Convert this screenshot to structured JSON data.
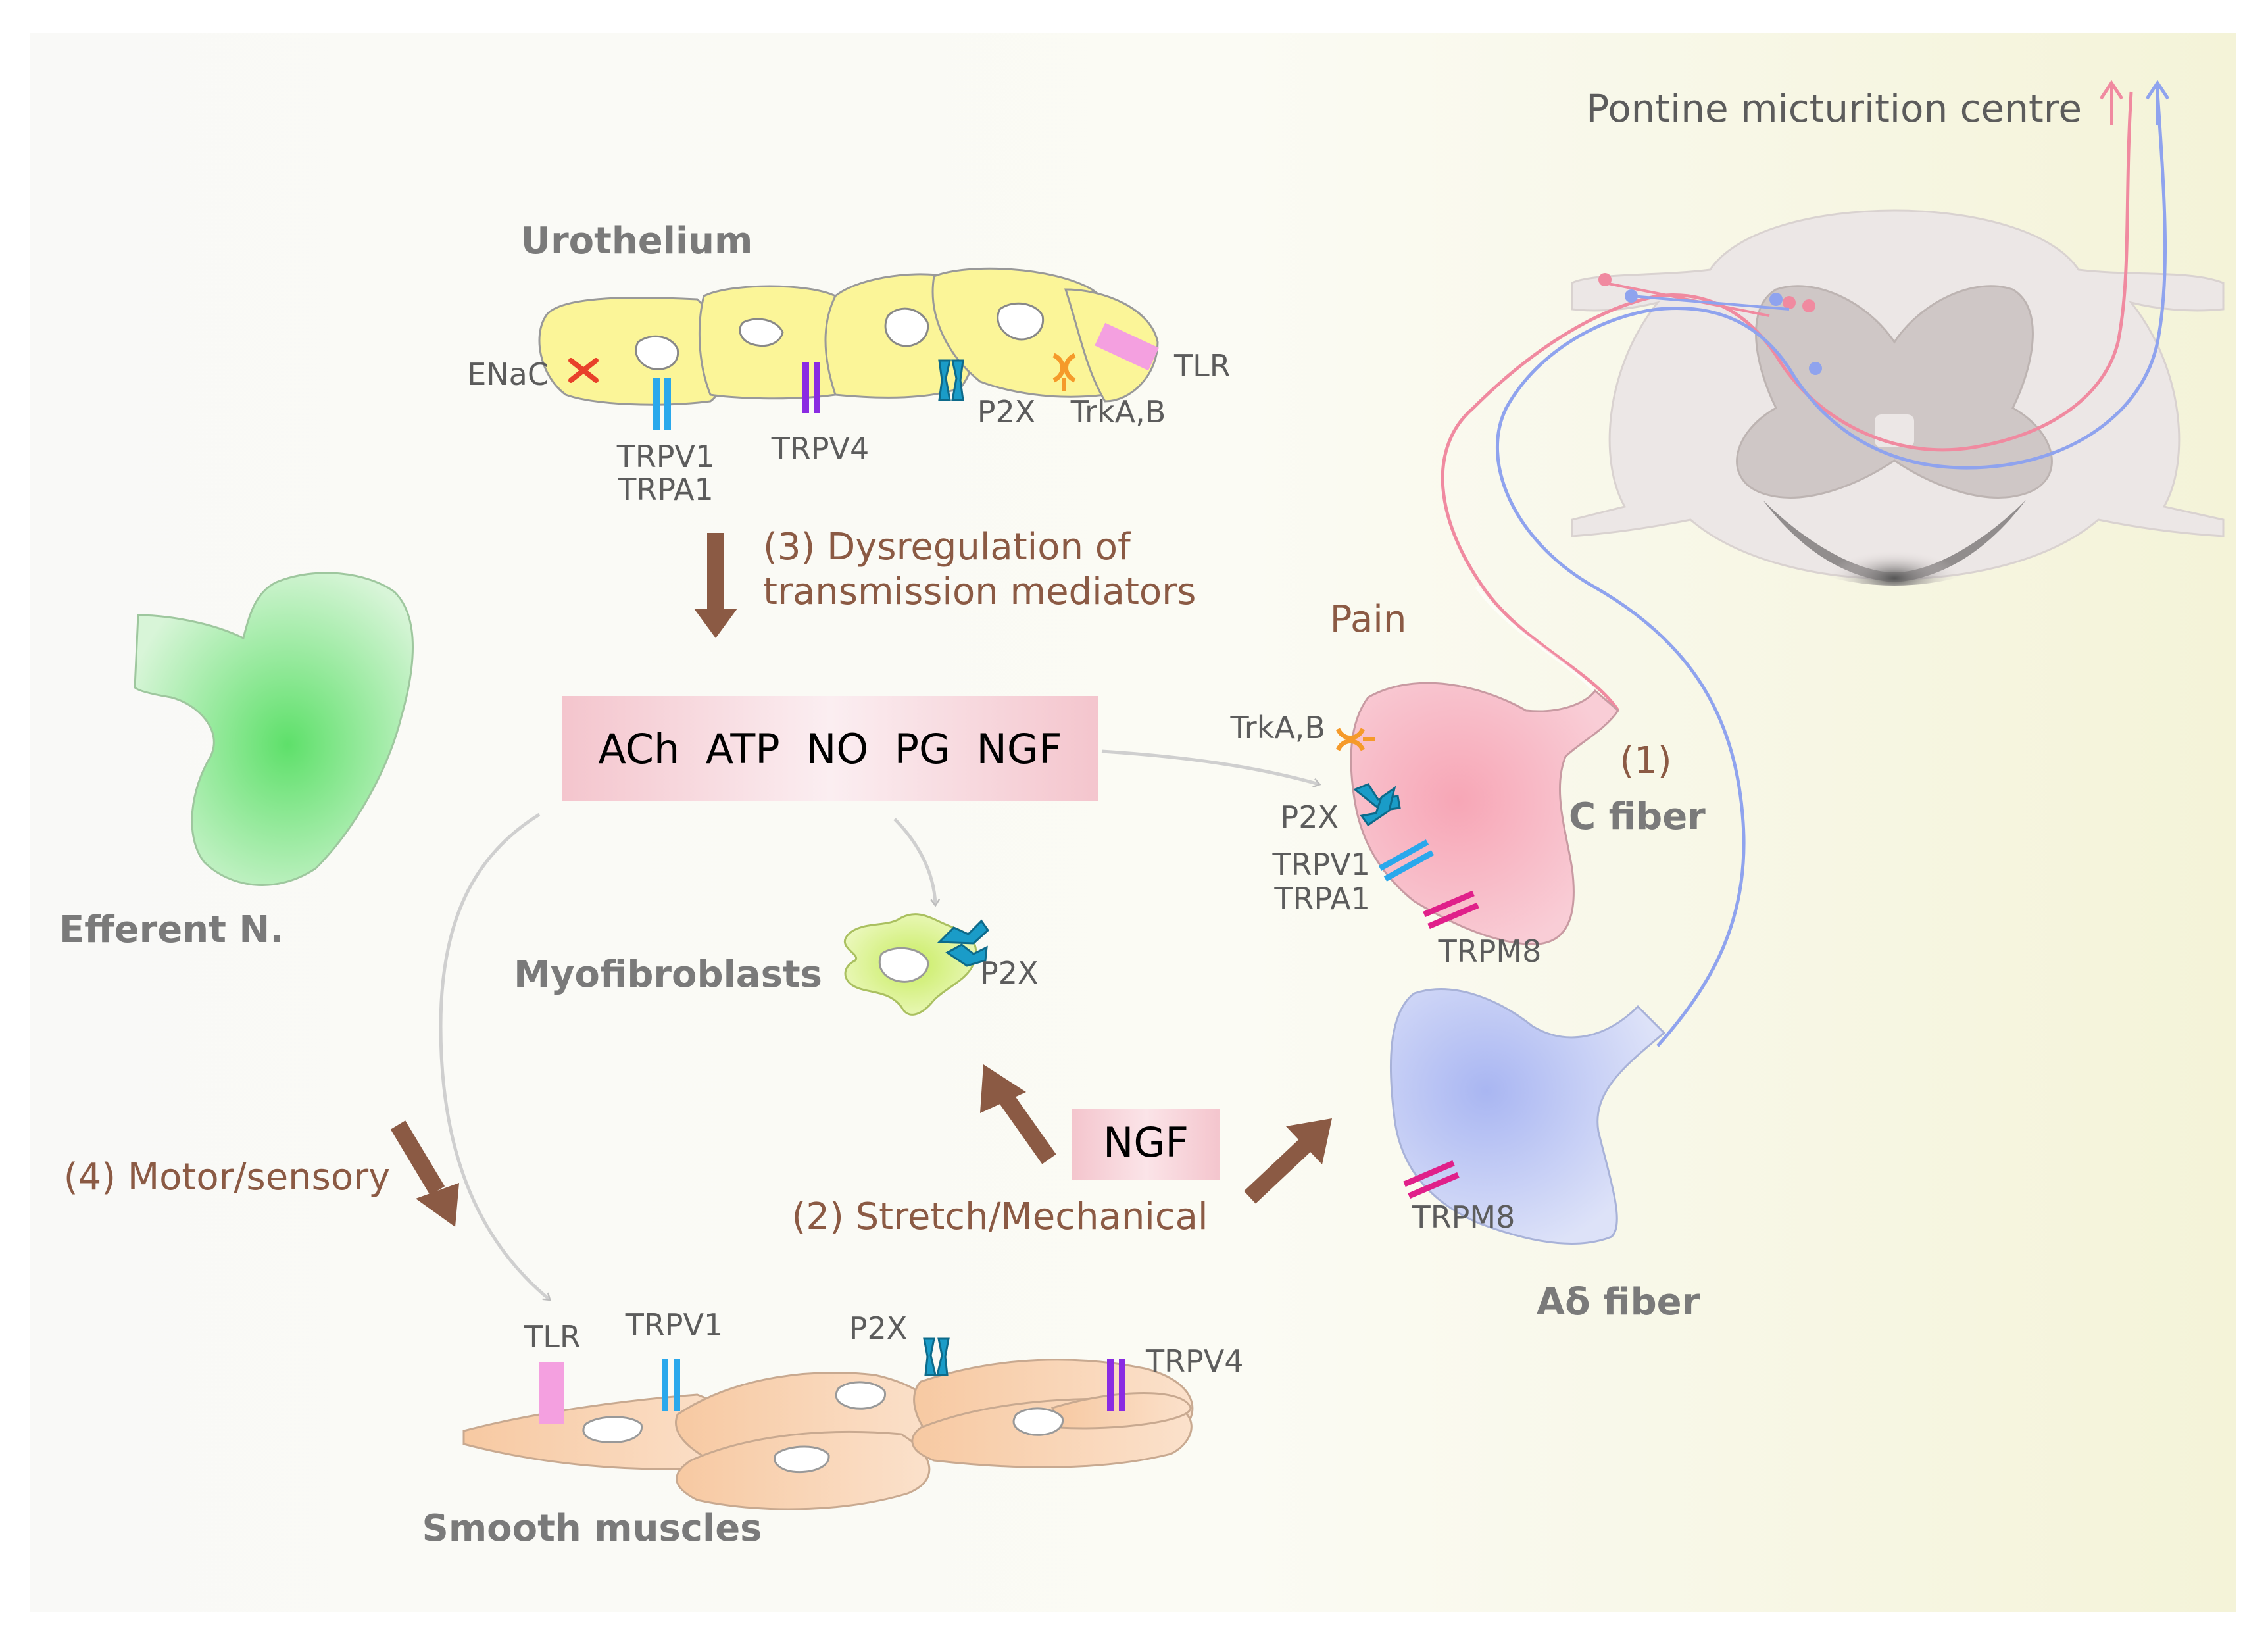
{
  "title": "",
  "labels": {
    "pontine": "Pontine micturition centre",
    "urothelium": "Urothelium",
    "enac": "ENaC",
    "tlr_top": "TLR",
    "trpv1_top": "TRPV1",
    "trpa1_top": "TRPA1",
    "trpv4_top": "TRPV4",
    "p2x_top": "P2X",
    "trka_top": "TrkA,B",
    "step3_line1": "(3) Dysregulation of",
    "step3_line2": "transmission mediators",
    "pain": "Pain",
    "efferent": "Efferent N.",
    "mediators": "ACh  ATP  NO  PG  NGF",
    "trka_c": "TrkA,B",
    "p2x_c": "P2X",
    "trpv1_c": "TRPV1",
    "trpa1_c": "TRPA1",
    "trpm8_c": "TRPM8",
    "step1": "(1)",
    "c_fiber": "C fiber",
    "myofibroblasts": "Myofibroblasts",
    "p2x_myo": "P2X",
    "ngf": "NGF",
    "step4": "(4) Motor/sensory",
    "step2": "(2) Stretch/Mechanical",
    "trpm8_ad": "TRPM8",
    "ad_fiber": "Aδ fiber",
    "tlr_sm": "TLR",
    "trpv1_sm": "TRPV1",
    "p2x_sm": "P2X",
    "trpv4_sm": "TRPV4",
    "smooth_muscles": "Smooth muscles"
  },
  "colors": {
    "c_fiber": "#f08aa0",
    "ad_fiber": "#8fa3ee",
    "arrow_brown": "#8b5a44",
    "enac": "#e8412a",
    "trpv1": "#2aa8ec",
    "trpv4": "#8a2be2",
    "p2x": "#1a9cc8",
    "trk": "#f59a2a",
    "tlr": "#f4a0e0",
    "trpm8": "#e0208a"
  },
  "icons": {
    "enac": "enac-channel-icon",
    "trpv1": "trpv1-channel-icon",
    "trpv4": "trpv4-channel-icon",
    "p2x": "p2x-receptor-icon",
    "trk": "trk-receptor-icon",
    "tlr": "tlr-receptor-icon",
    "trpm8": "trpm8-channel-icon"
  }
}
